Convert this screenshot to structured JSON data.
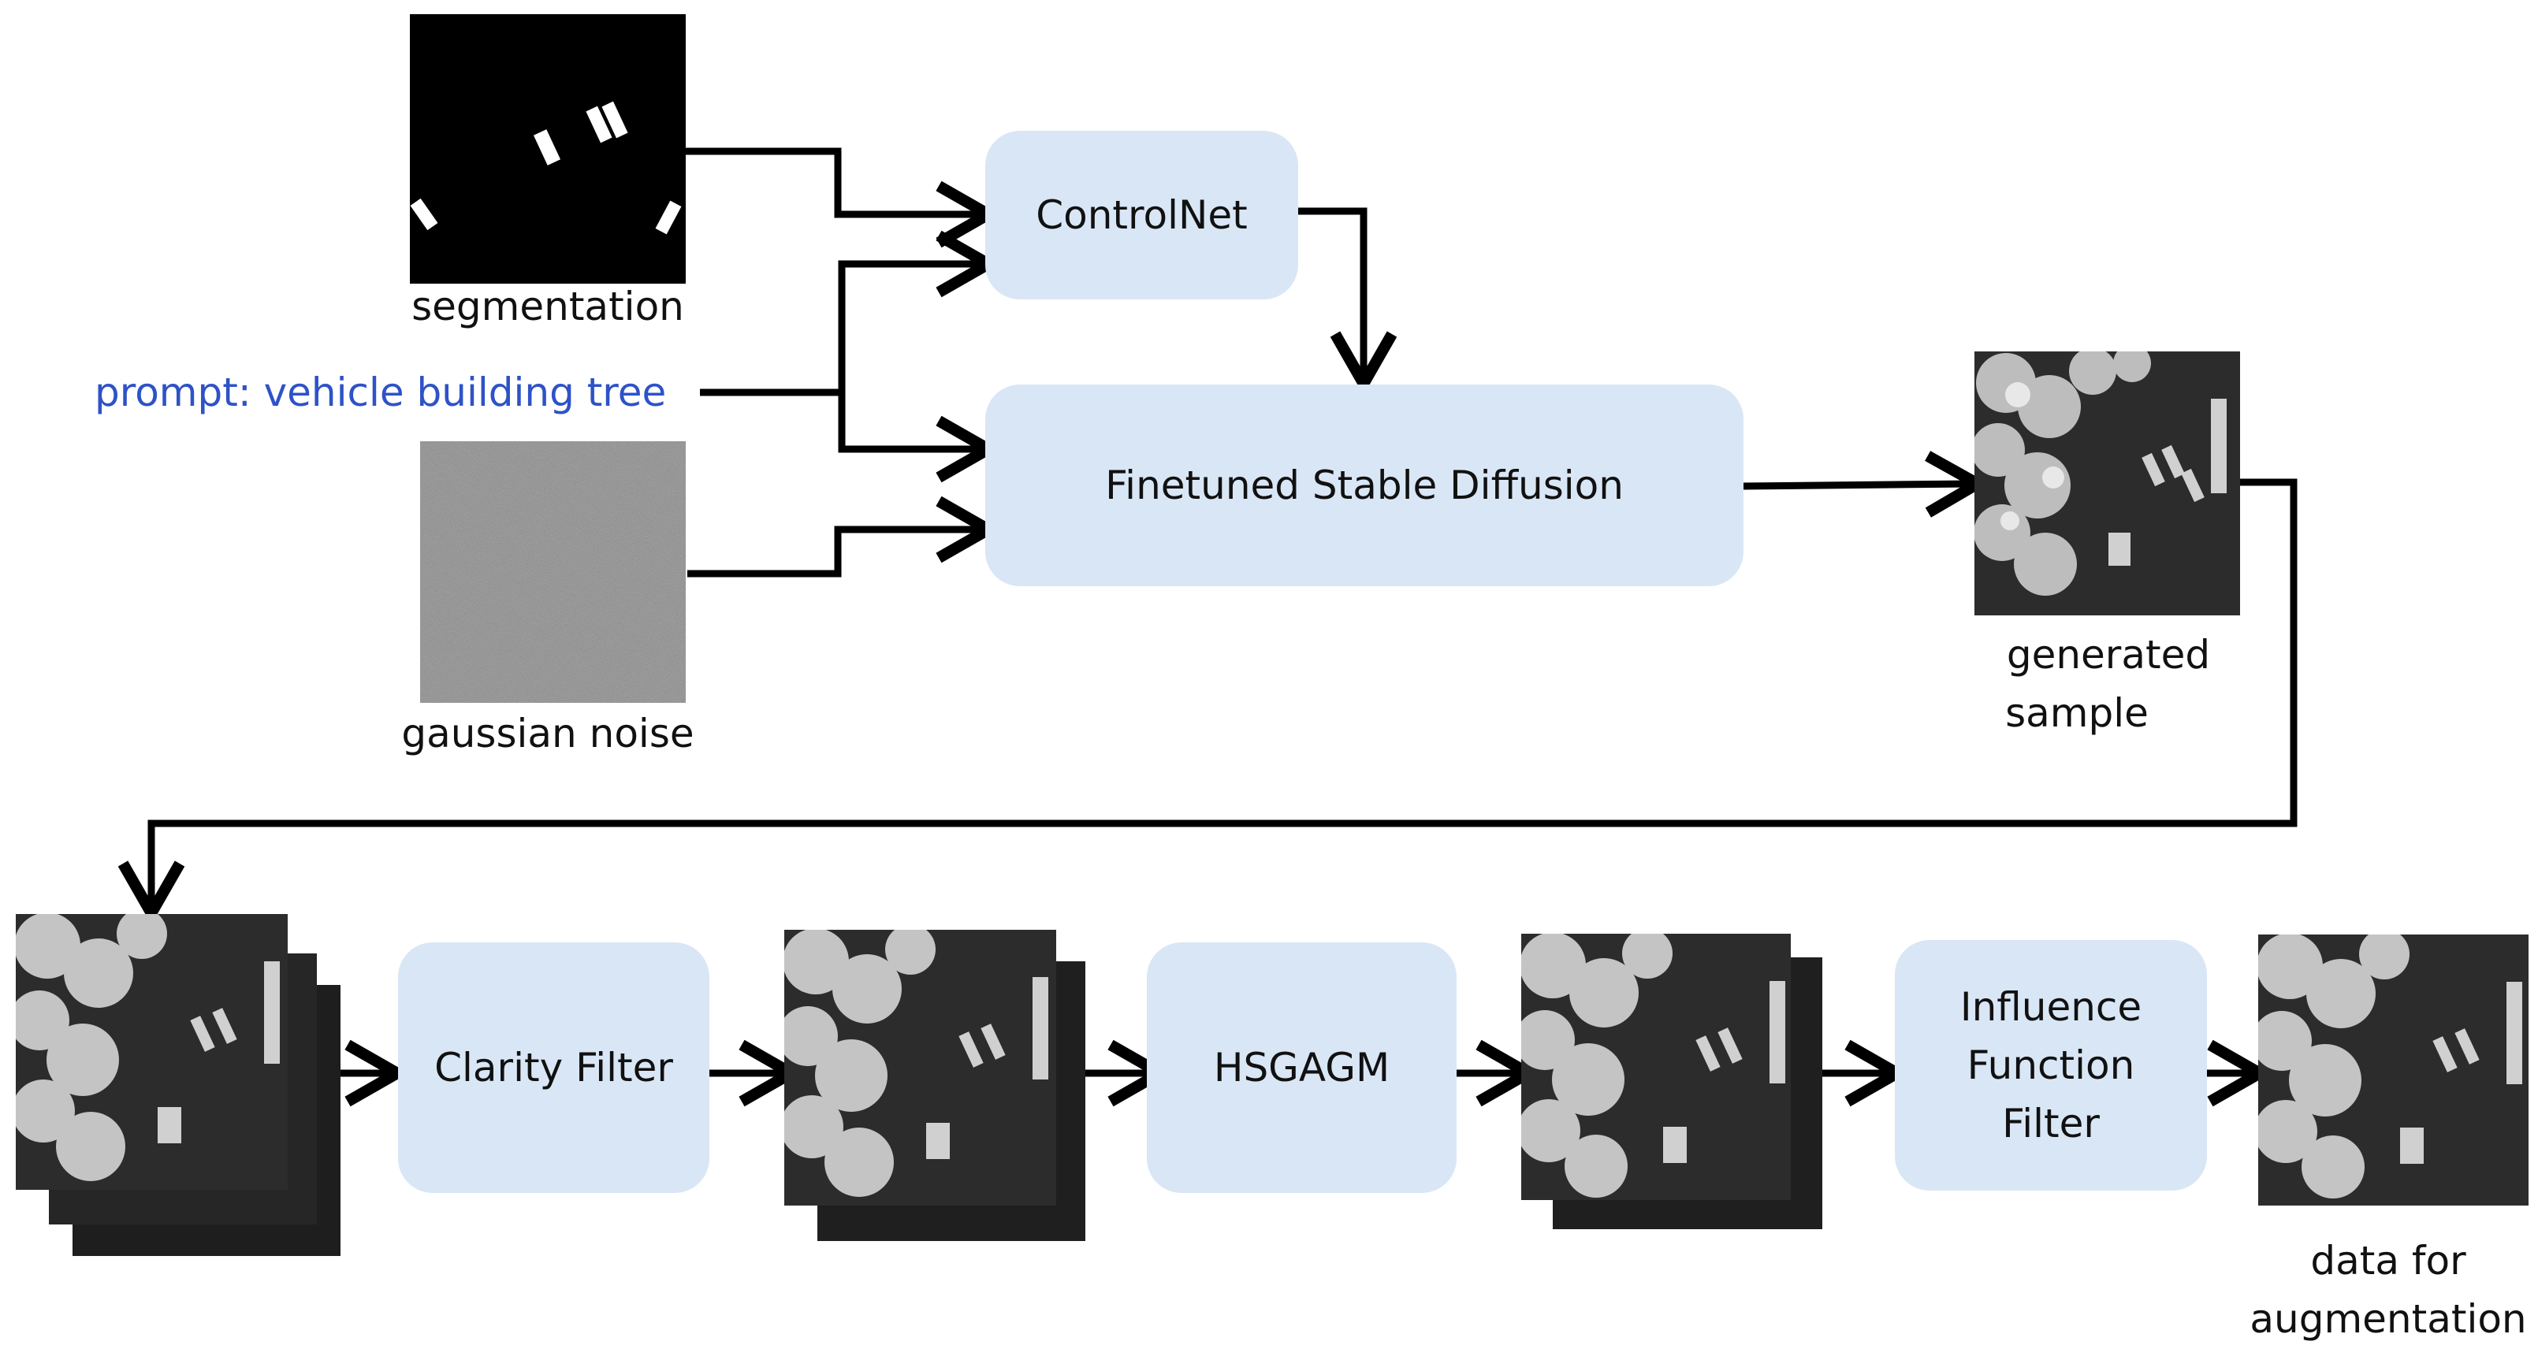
{
  "inputs": {
    "segmentation_label": "segmentation",
    "prompt_text": "prompt: vehicle building tree",
    "noise_label": "gaussian noise"
  },
  "blocks": {
    "controlnet": "ControlNet",
    "stable_diffusion": "Finetuned Stable Diffusion",
    "clarity_filter": "Clarity Filter",
    "hsgagm": "HSGAGM",
    "influence_filter": [
      "Influence",
      "Function",
      "Filter"
    ]
  },
  "outputs": {
    "generated_sample": [
      "generated",
      "sample"
    ],
    "data_for_augmentation": [
      "data for",
      "augmentation"
    ]
  },
  "colors": {
    "block_fill": "#d9e6f5",
    "prompt_text": "#2e52c7",
    "arrow": "#000000"
  }
}
